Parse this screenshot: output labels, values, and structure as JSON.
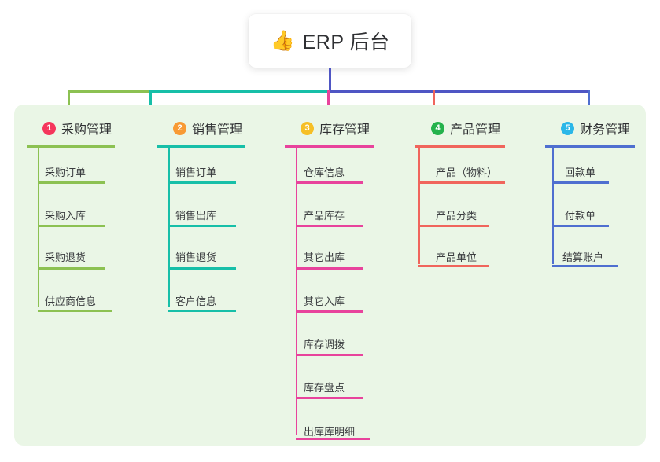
{
  "root": {
    "emoji": "👍",
    "emoji_name": "thumbs-up-icon",
    "title": "ERP 后台"
  },
  "colors": {
    "panel_bg": "#eaf6e6",
    "trunk": "#4f56c4",
    "branch_purchase": "#8cc152",
    "branch_sales": "#17bfa8",
    "branch_inventory": "#e8439c",
    "branch_product": "#f0655c",
    "branch_finance": "#4f6fd0"
  },
  "columns": [
    {
      "index": "1",
      "badge_color": "#f5365c",
      "line_color": "#8cc152",
      "title": "采购管理",
      "items": [
        "采购订单",
        "采购入库",
        "采购退货",
        "供应商信息"
      ]
    },
    {
      "index": "2",
      "badge_color": "#f89a34",
      "line_color": "#17bfa8",
      "title": "销售管理",
      "items": [
        "销售订单",
        "销售出库",
        "销售退货",
        "客户信息"
      ]
    },
    {
      "index": "3",
      "badge_color": "#f6bf26",
      "line_color": "#e8439c",
      "title": "库存管理",
      "items": [
        "仓库信息",
        "产品库存",
        "其它出库",
        "其它入库",
        "库存调拨",
        "库存盘点",
        "出库库明细"
      ]
    },
    {
      "index": "4",
      "badge_color": "#24b24c",
      "line_color": "#f0655c",
      "title": "产品管理",
      "items": [
        "产品（物料）",
        "产品分类",
        "产品单位"
      ]
    },
    {
      "index": "5",
      "badge_color": "#2bb7e8",
      "line_color": "#4f6fd0",
      "title": "财务管理",
      "items": [
        "回款单",
        "付款单",
        "结算账户"
      ]
    }
  ]
}
